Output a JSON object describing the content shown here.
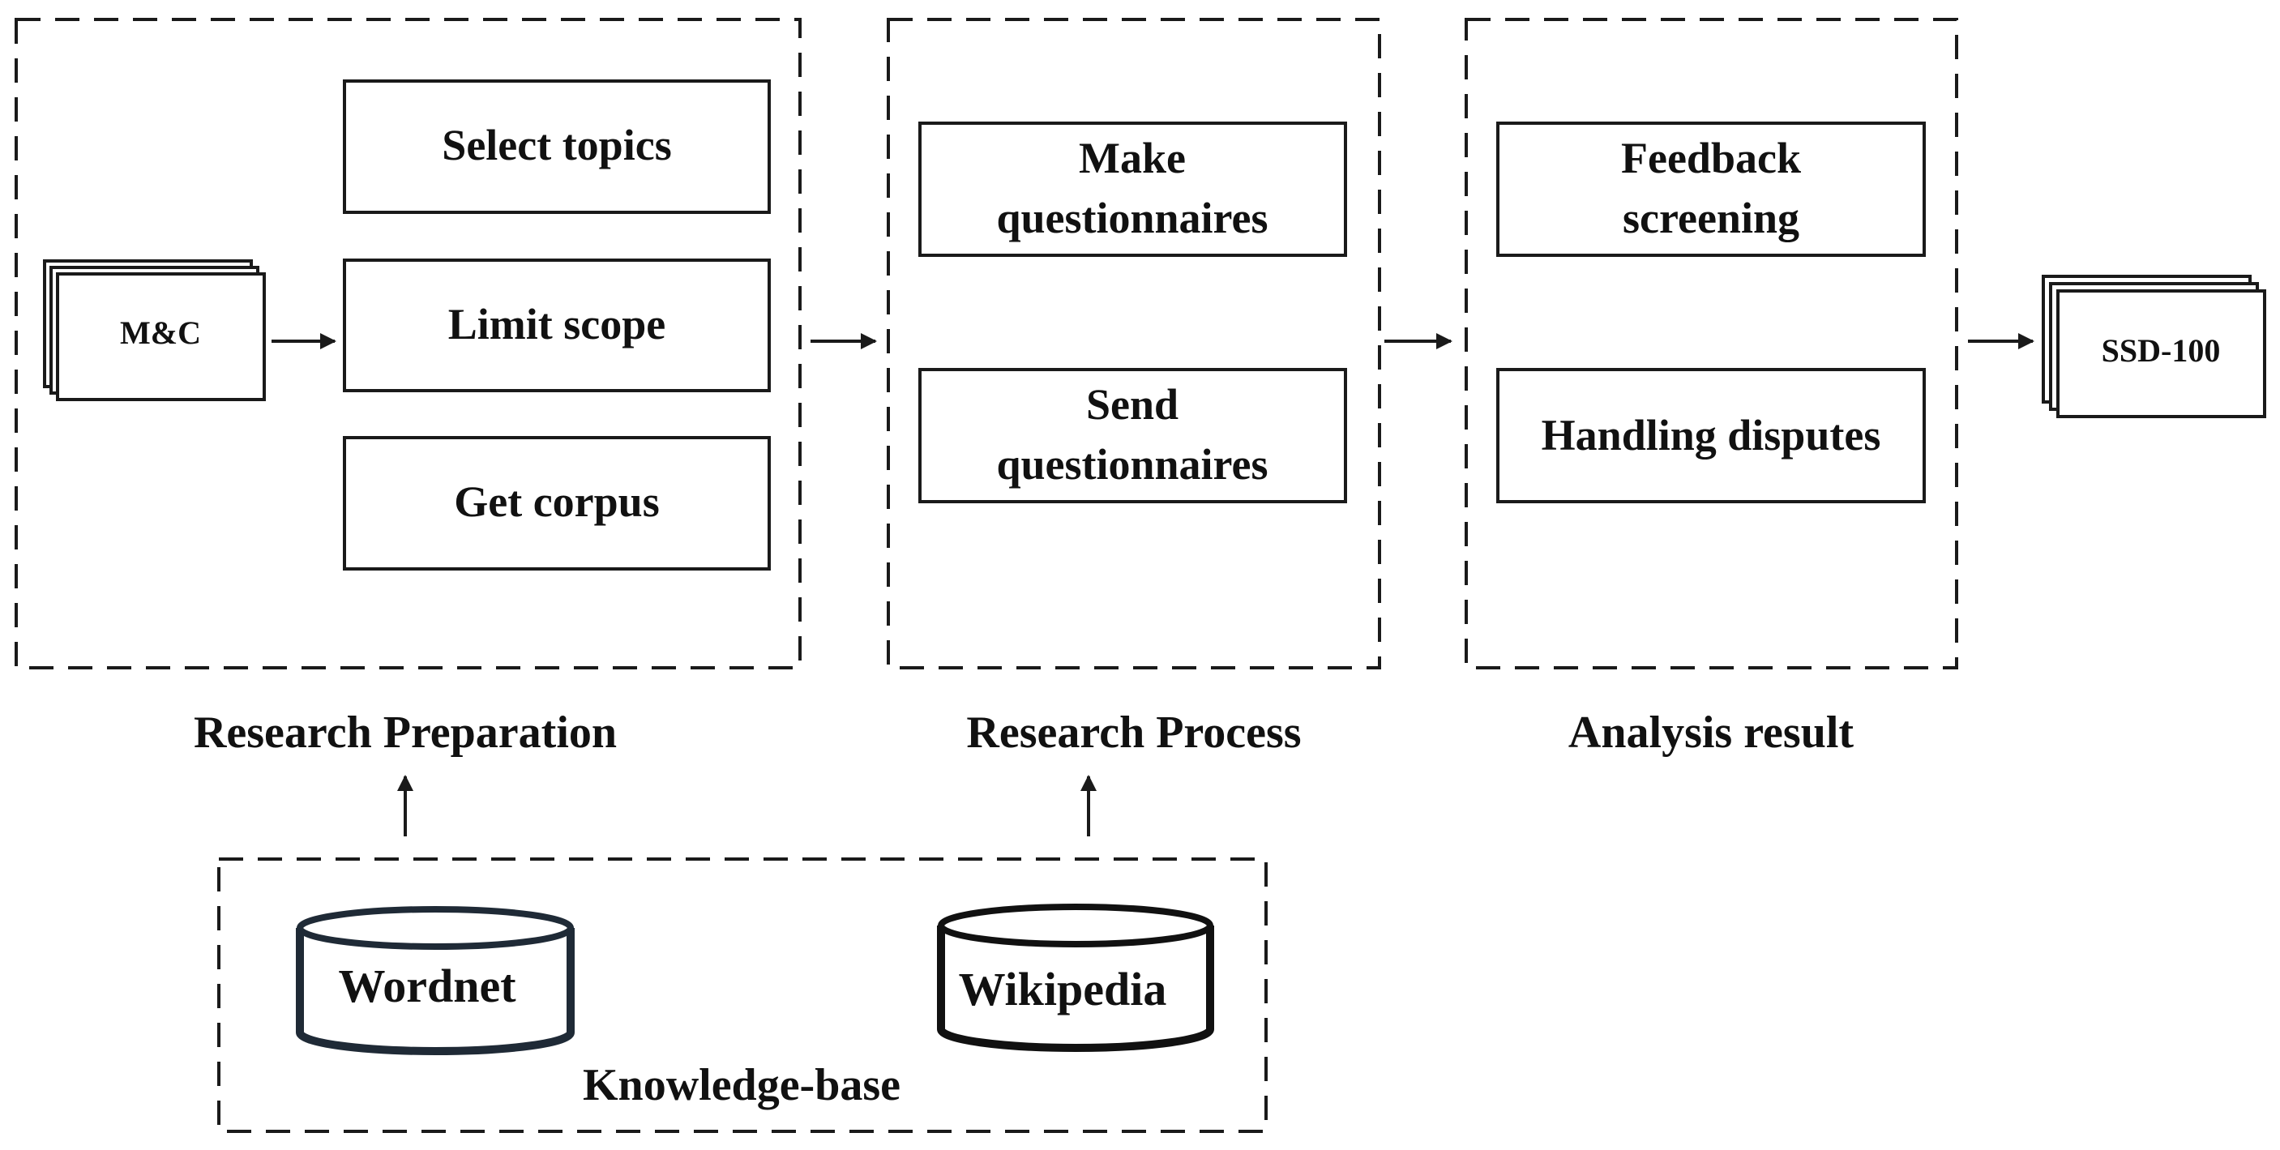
{
  "diagram": {
    "source_stack": {
      "label": "M&C"
    },
    "output_stack": {
      "label": "SSD-100"
    },
    "research_preparation": {
      "title": "Research Preparation",
      "steps": [
        "Select topics",
        "Limit scope",
        "Get corpus"
      ]
    },
    "research_process": {
      "title": "Research Process",
      "steps": [
        {
          "line1": "Make",
          "line2": "questionnaires"
        },
        {
          "line1": "Send",
          "line2": "questionnaires"
        }
      ]
    },
    "analysis_result": {
      "title": "Analysis result",
      "steps": [
        {
          "line1": "Feedback",
          "line2": "screening"
        },
        {
          "line1": "Handling disputes",
          "line2": ""
        }
      ]
    },
    "knowledge_base": {
      "title": "Knowledge-base",
      "databases": [
        "Wordnet",
        "Wikipedia"
      ]
    },
    "colors": {
      "line": "#1a1a1a",
      "text": "#111111",
      "background": "#ffffff"
    }
  }
}
